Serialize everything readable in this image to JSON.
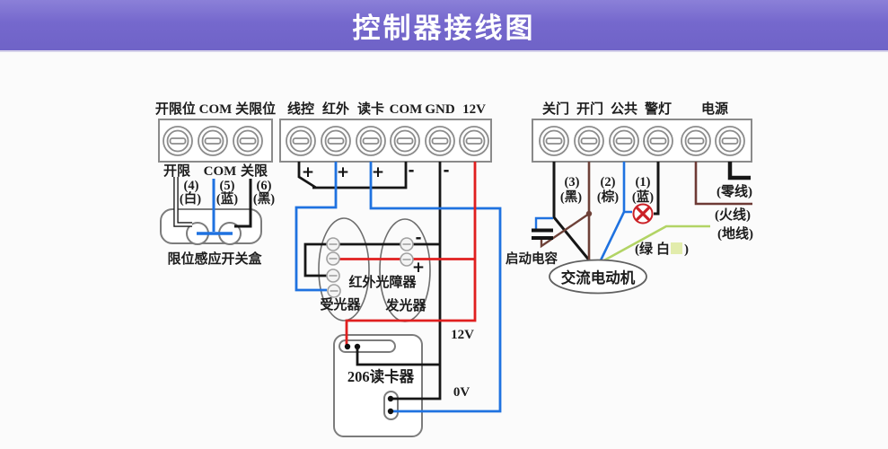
{
  "title": "控制器接线图",
  "limit_block": {
    "header": "开限位 COM 关限位",
    "pins": [
      "开限",
      "COM",
      "关限"
    ],
    "pin_numbers": [
      "(4)",
      "(5)",
      "(6)"
    ],
    "pin_colors": [
      "(白)",
      "(蓝)",
      "(黑)"
    ],
    "box_label": "限位感应开关盒"
  },
  "control_block": {
    "pins": [
      "线控",
      "红外",
      "读卡",
      "COM",
      "GND",
      "12V"
    ],
    "polarity": [
      "+",
      "+",
      "+",
      "-",
      "-"
    ]
  },
  "power_block": {
    "pins": [
      "关门",
      "开门",
      "公共",
      "警灯",
      "电源"
    ],
    "wire_numbers": [
      "(3)",
      "(2)",
      "(1)"
    ],
    "wire_colors": [
      "(黑)",
      "(棕)",
      "(蓝)"
    ],
    "neutral": "(零线)",
    "live": "(火线)",
    "ground": "(地线)",
    "green_white_open": "(绿",
    "green_white_bai": "白",
    "green_white_close": ")",
    "capacitor": "启动电容",
    "motor": "交流电动机"
  },
  "infrared": {
    "title": "红外光障器",
    "receiver": "受光器",
    "emitter": "发光器",
    "minus": "-",
    "plus": "+"
  },
  "reader": {
    "label": "206读卡器",
    "v12": "12V",
    "v0": "0V"
  },
  "colors": {
    "header_bg": "#7568cd",
    "wire_black": "#161616",
    "wire_blue": "#1f72e0",
    "wire_red": "#e01f1f",
    "wire_brown": "#6e4138",
    "wire_green": "#b2d465",
    "wire_live": "#6e3a35",
    "text_blue": "#568ddb",
    "text_green": "#3f9f4f",
    "text_brown": "#93786c",
    "text_dark_red": "#8f4340",
    "capacitor_text": "#a2554a",
    "green_white_swatch": "#e2ecac",
    "x_mark": "#cb2026"
  }
}
